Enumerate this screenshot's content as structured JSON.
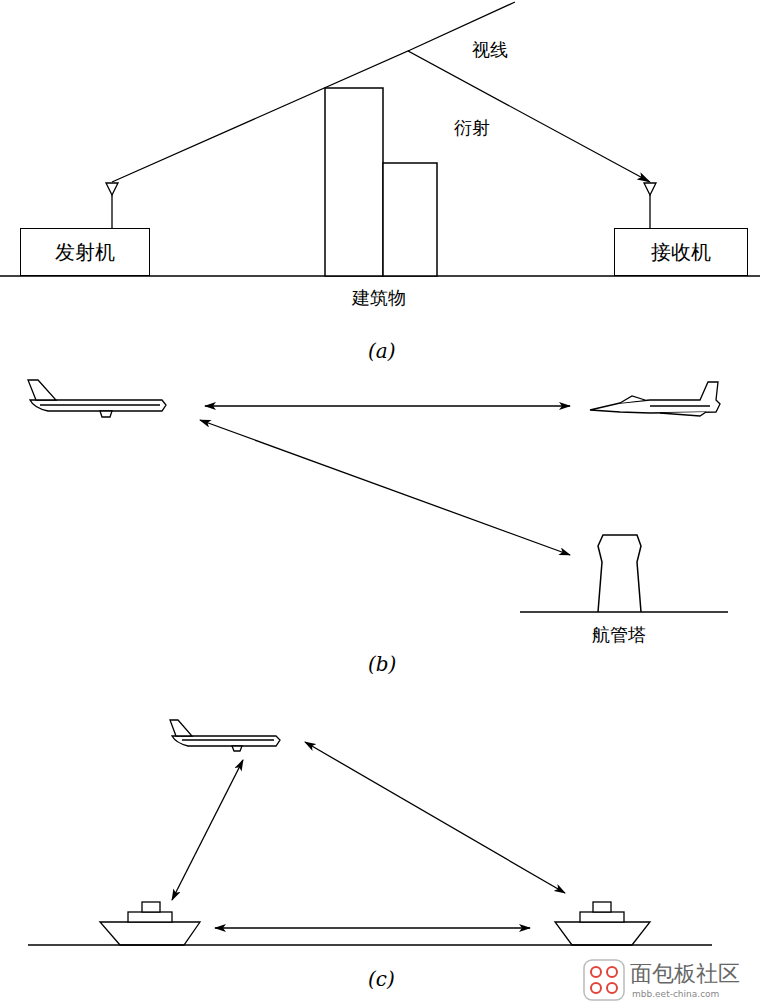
{
  "diagram": {
    "nodes": [
      {
        "text": [
          "发射机"
        ]
      },
      {
        "text": [
          "接收机"
        ]
      }
    ],
    "edges": [
      {
        "from": 0,
        "to": 1,
        "arrow": "to",
        "label": "衍射"
      }
    ],
    "labels": [
      "视线",
      "建筑物",
      "(a)",
      "航管塔",
      "(b)",
      "(c)",
      "面包板社区",
      "mbb.eet-china.com"
    ]
  }
}
